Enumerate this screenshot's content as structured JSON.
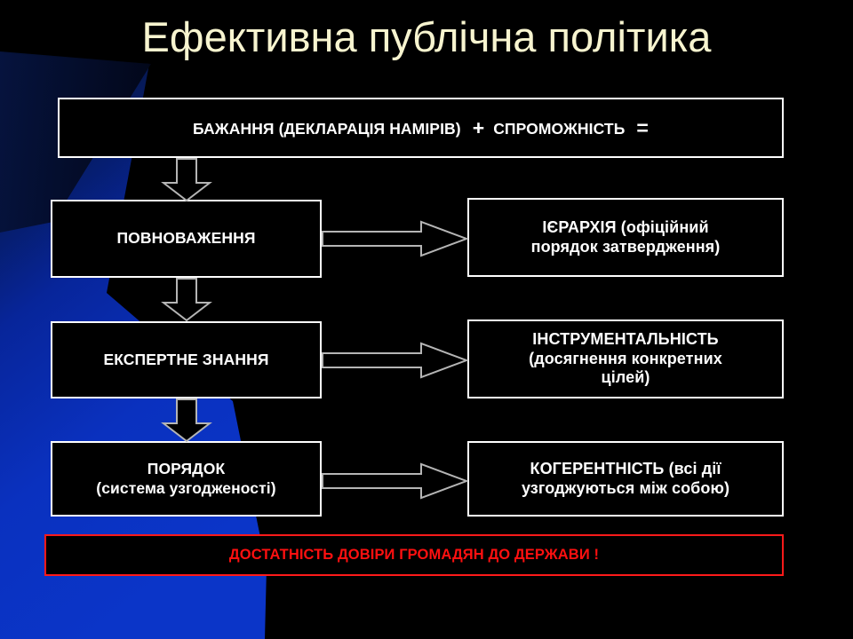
{
  "slide": {
    "title": "Ефективна публічна політика",
    "title_color": "#f7f4cf",
    "background_color": "#000000",
    "accent_blue": "#0b35c8",
    "alert_color": "#ff1010"
  },
  "header_box": {
    "part1": "БАЖАННЯ (ДЕКЛАРАЦІЯ НАМІРІВ)",
    "plus": "+",
    "part2": "СПРОМОЖНІСТЬ",
    "equals": "="
  },
  "left_column": [
    {
      "label": "ПОВНОВАЖЕННЯ"
    },
    {
      "label": "ЕКСПЕРТНЕ ЗНАННЯ"
    },
    {
      "line1": "ПОРЯДОК",
      "line2": "(система узгодженості)"
    }
  ],
  "right_column": [
    {
      "line1": "ІЄРАРХІЯ (офіційний",
      "line2": "порядок затвердження)"
    },
    {
      "line1": "ІНСТРУМЕНТАЛЬНІСТЬ",
      "line2": "(досягнення конкретних",
      "line3": "цілей)"
    },
    {
      "line1": "КОГЕРЕНТНІСТЬ (всі дії",
      "line2": "узгоджуються  між собою)"
    }
  ],
  "footer_banner": {
    "text": "ДОСТАТНІСТЬ ДОВІРИ ГРОМАДЯН ДО ДЕРЖАВИ !"
  },
  "arrows": {
    "down_label": "arrow-down",
    "right_label": "arrow-right",
    "count_down": 3,
    "count_right": 3,
    "outline_color": "#b0b0b0",
    "fill_color": "#000000"
  }
}
